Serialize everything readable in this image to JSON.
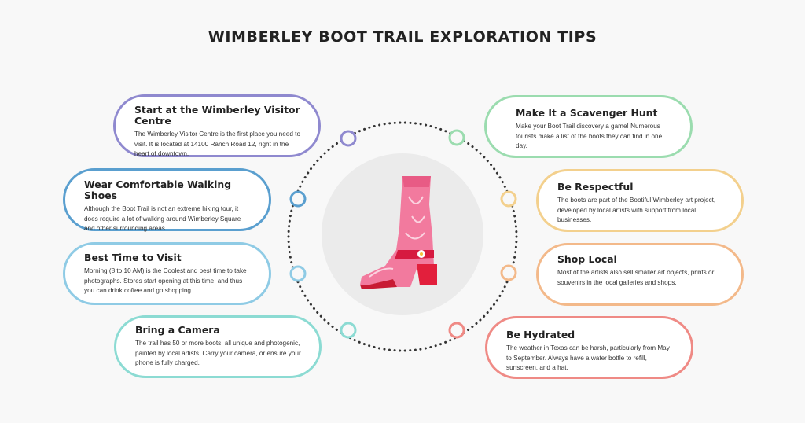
{
  "title": "WIMBERLEY BOOT TRAIL EXPLORATION TIPS",
  "colors": {
    "purple": "#8f89cf",
    "blue": "#5a9fcf",
    "lightblue": "#8fcbe5",
    "teal": "#8cdbd3",
    "green": "#9bdcaf",
    "yellow": "#f3d08d",
    "orange": "#f3b98a",
    "red": "#ef8a85"
  },
  "left_cards": [
    {
      "title": "Start at the Wimberley Visitor Centre",
      "text": "The Wimberley Visitor Centre is the first place you need to visit. It is located at 14100 Ranch Road 12, right in the heart of downtown."
    },
    {
      "title": "Wear Comfortable Walking Shoes",
      "text": "Although the Boot Trail is not an extreme hiking tour, it does require a lot of walking around Wimberley Square and other surrounding areas."
    },
    {
      "title": "Best Time to Visit",
      "text": "Morning (8 to 10 AM) is the Coolest and best time to take photographs. Stores start opening at this time, and thus you can drink coffee and go shopping."
    },
    {
      "title": "Bring a Camera",
      "text": "The trail has 50 or more boots, all unique and photogenic, painted by local artists. Carry your camera, or ensure your phone is fully charged."
    }
  ],
  "right_cards": [
    {
      "title": "Make It a Scavenger Hunt",
      "text": "Make your Boot Trail discovery a game! Numerous tourists make a list of the boots they can find in one day."
    },
    {
      "title": "Be Respectful",
      "text": "The boots are part of the Bootiful Wimberley art project, developed by local artists with support from local businesses."
    },
    {
      "title": "Shop Local",
      "text": "Most of the artists also sell smaller art objects, prints or souvenirs in the local galleries and shops."
    },
    {
      "title": "Be Hydrated",
      "text": "The weather in Texas can be harsh, particularly from May to September. Always have a water bottle to refill, sunscreen, and a hat."
    }
  ],
  "center_image": "cowboy-boot-icon"
}
